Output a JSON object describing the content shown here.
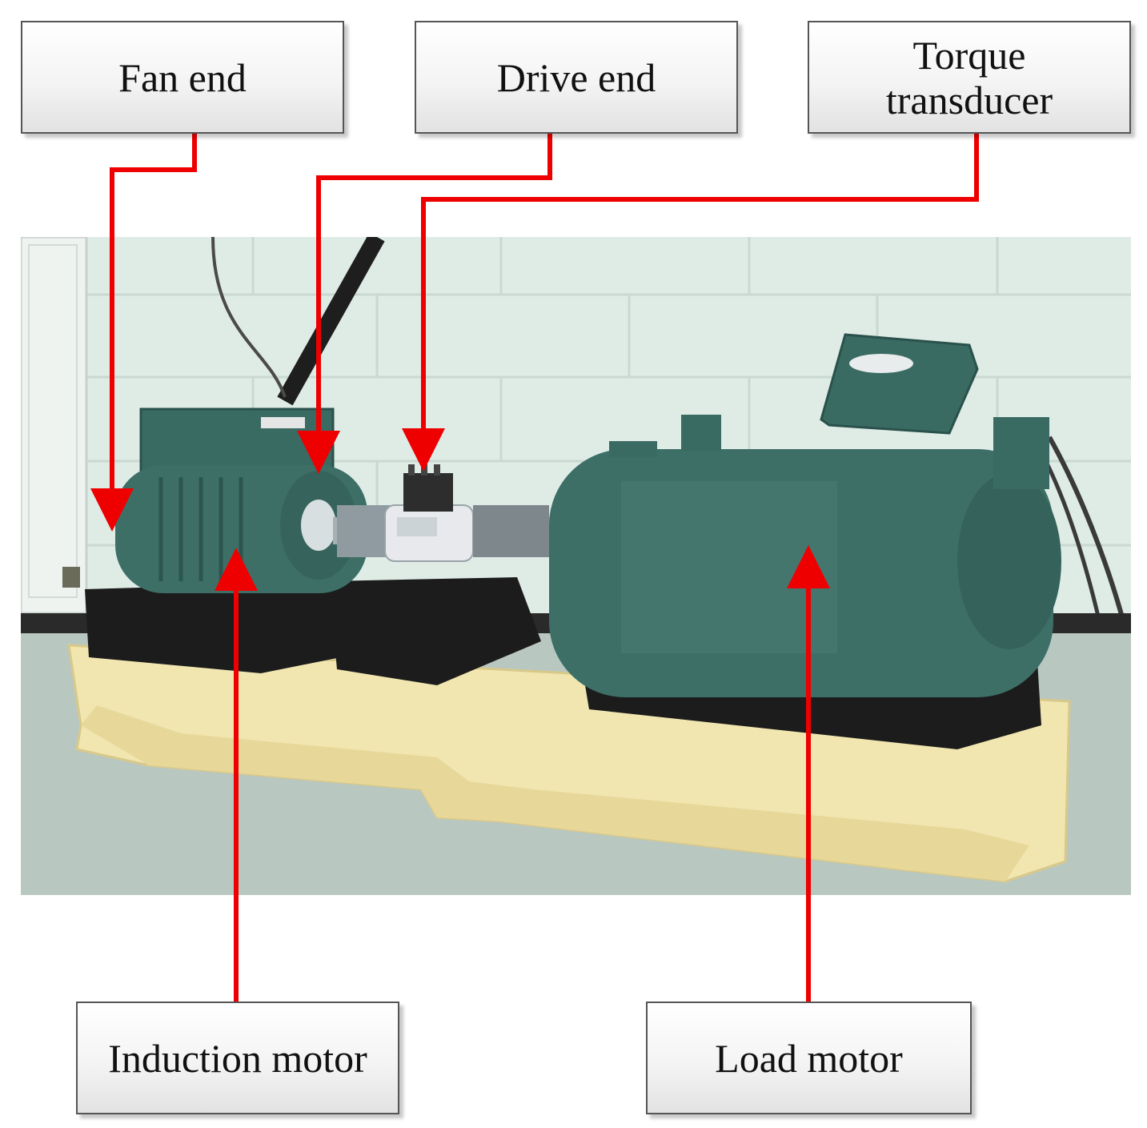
{
  "labels": {
    "fan_end": "Fan end",
    "drive_end": "Drive end",
    "torque_transducer_line1": "Torque",
    "torque_transducer_line2": "transducer",
    "induction_motor": "Induction motor",
    "load_motor": "Load motor"
  },
  "colors": {
    "arrow": "#ee0000",
    "motor": "#3d6f67",
    "base": "#f1e6b0",
    "wall": "#dfece6",
    "floor": "#b9c7c1",
    "mount": "#1c1c1c"
  }
}
